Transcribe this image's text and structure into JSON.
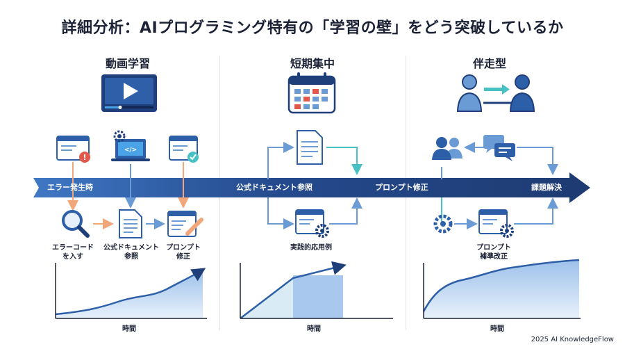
{
  "title": "詳細分析：AIプログラミング特有の「学習の壁」をどう突破しているか",
  "columns": {
    "video": "動画学習",
    "intensive": "短期集中",
    "accompany": "伴走型"
  },
  "flow_labels": {
    "error": "エラー発生時",
    "docs": "公式ドキュメント参照",
    "prompt_fix": "プロンプト修正",
    "solve": "課題解決"
  },
  "video_steps": {
    "step1": "エラーコード\nを入す",
    "step2": "公式ドキュメント\n参照",
    "step3": "プロンプト\n修正"
  },
  "intensive_step": "実践的応用例",
  "accompany_step": "プロンプト\n補準改正",
  "axis_time": "時間",
  "footer": "2025 AI KnowledgeFlow",
  "icons": {
    "video": "video-player-icon",
    "calendar": "calendar-icon",
    "mentor": "mentor-handoff-icon"
  },
  "colors": {
    "arrow_dark": "#1f3f7a",
    "arrow_light": "#3f78c4",
    "accent_blue": "#2c5fa8",
    "teal": "#48c1c5",
    "orange": "#f2a77a",
    "red": "#e4574b"
  }
}
